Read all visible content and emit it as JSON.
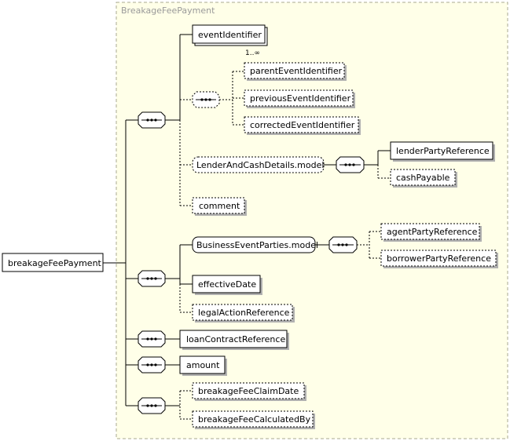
{
  "root": {
    "label": "breakageFeePayment"
  },
  "type_box": {
    "title": "BreakageFeePayment"
  },
  "elements": {
    "event_identifier": "eventIdentifier",
    "event_identifier_cardinality": "1..∞",
    "parent_event_identifier": "parentEventIdentifier",
    "previous_event_identifier": "previousEventIdentifier",
    "corrected_event_identifier": "correctedEventIdentifier",
    "lender_and_cash_details_model": "LenderAndCashDetails.model",
    "lender_party_reference": "lenderPartyReference",
    "cash_payable": "cashPayable",
    "comment": "comment",
    "business_event_parties_model": "BusinessEventParties.model",
    "agent_party_reference": "agentPartyReference",
    "borrower_party_reference": "borrowerPartyReference",
    "effective_date": "effectiveDate",
    "legal_action_reference": "legalActionReference",
    "loan_contract_reference": "loanContractReference",
    "amount": "amount",
    "breakage_fee_claim_date": "breakageFeeClaimDate",
    "breakage_fee_calculated_by": "breakageFeeCalculatedBy"
  },
  "colors": {
    "type_box_fill": "#ffffe8",
    "type_box_border": "#a8a890",
    "element_fill": "#ffffff",
    "shadow": "#b0b0b0"
  }
}
